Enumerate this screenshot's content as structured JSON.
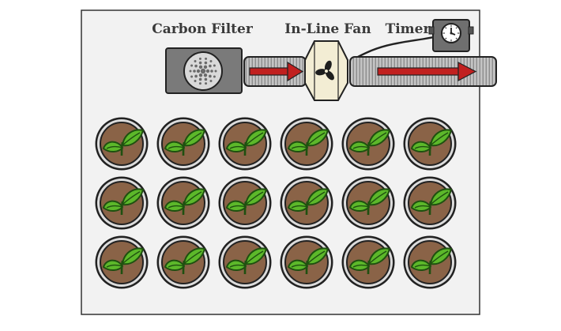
{
  "labels": {
    "carbon_filter": "Carbon Filter",
    "inline_fan": "In-Line Fan",
    "timer": "Timer"
  },
  "colors": {
    "tent_fill": "#f2f2f2",
    "tent_stroke": "#333333",
    "filter_body": "#7a7a7a",
    "duct": "#c4c4c4",
    "airflow_arrow": "#c1201f",
    "fan_body": "#f3edd4",
    "pot_rim": "#dcdcdc",
    "soil": "#8a6347",
    "leaf": "#5cb82a",
    "leaf_vein": "#1f5010"
  },
  "icons": [
    "carbon-filter-icon",
    "airflow-arrow-icon",
    "fan-icon",
    "timer-clock-icon",
    "plant-sprout-icon"
  ],
  "plants": {
    "rows": 3,
    "columns": 6
  }
}
